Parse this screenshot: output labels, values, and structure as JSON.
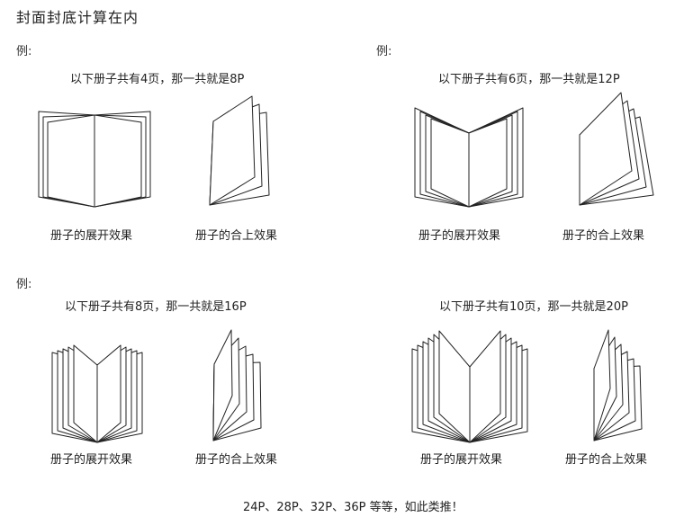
{
  "title": "封面封底计算在内",
  "examples": [
    {
      "label": "例:",
      "description": "以下册子共有4页，那一共就是8P",
      "open_caption": "册子的展开效果",
      "closed_caption": "册子的合上效果",
      "pages": 4
    },
    {
      "label": "例:",
      "description": "以下册子共有6页，那一共就是12P",
      "open_caption": "册子的展开效果",
      "closed_caption": "册子的合上效果",
      "pages": 6
    },
    {
      "label": "例:",
      "description": "以下册子共有8页，那一共就是16P",
      "open_caption": "册子的展开效果",
      "closed_caption": "册子的合上效果",
      "pages": 8
    },
    {
      "label": "",
      "description": "以下册子共有10页，那一共就是20P",
      "open_caption": "册子的展开效果",
      "closed_caption": "册子的合上效果",
      "pages": 10
    }
  ],
  "footer": "24P、28P、32P、36P 等等，如此类推！"
}
